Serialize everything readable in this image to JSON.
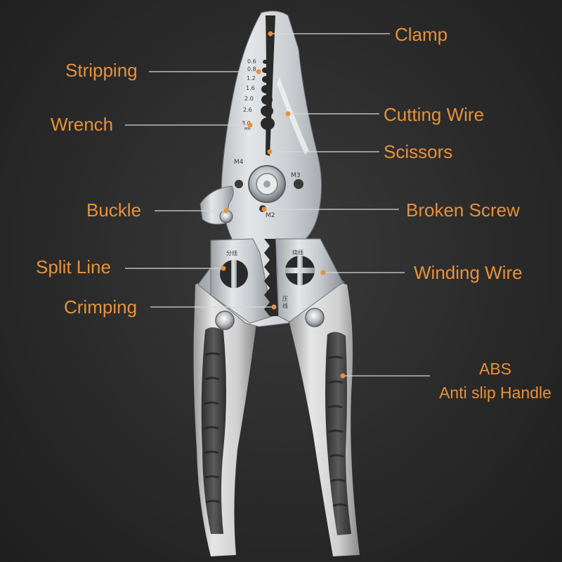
{
  "labels": {
    "clamp": "Clamp",
    "stripping": "Stripping",
    "cutting_wire": "Cutting Wire",
    "wrench": "Wrench",
    "scissors": "Scissors",
    "buckle": "Buckle",
    "broken_screw": "Broken Screw",
    "split_line": "Split Line",
    "winding_wire": "Winding Wire",
    "crimping": "Crimping",
    "abs": "ABS",
    "anti_slip_handle": "Anti slip Handle"
  },
  "tool_markings": {
    "gauges": [
      "0.6",
      "0.8",
      "1.2",
      "1.6",
      "2.0",
      "2.6",
      "3.0"
    ],
    "gauge_unit": "MM",
    "m4": "M4",
    "m3": "M3",
    "m2": "M2",
    "split_line_cn": "分线",
    "winding_cn": "绕线",
    "crimp_cn_1": "压",
    "crimp_cn_2": "线"
  },
  "colors": {
    "label": "#e8913a",
    "leader_line": "#d8d8d8",
    "handle_grey": "#d2d2d2",
    "grip_dark": "#4a4a4a",
    "steel": "#cfd2d6"
  }
}
